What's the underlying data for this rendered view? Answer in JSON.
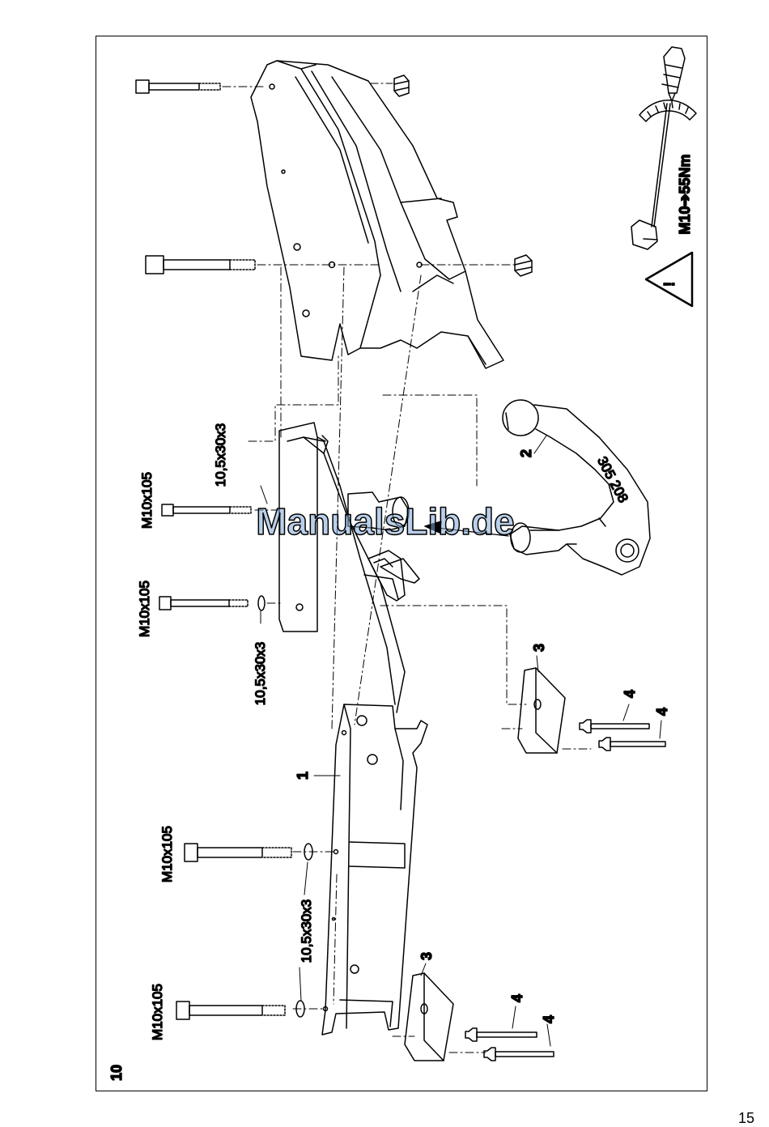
{
  "page": {
    "step_number": "10",
    "page_number": "15",
    "watermark": "ManualsLib.de"
  },
  "torque": {
    "spec": "M10➔55Nm",
    "warning_symbol": "!"
  },
  "labels": {
    "bolt": "M10x105",
    "washer": "10,5x30x3",
    "part1": "1",
    "part2": "2",
    "part3": "3",
    "part4": "4",
    "ball_stamp": "305 208"
  },
  "colors": {
    "line": "#000000",
    "watermark": "#7fa8d8"
  }
}
